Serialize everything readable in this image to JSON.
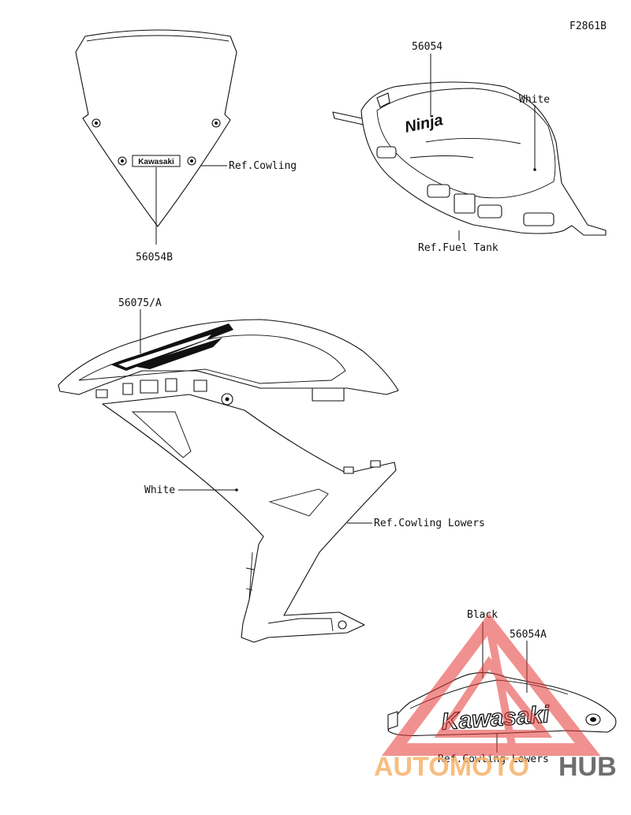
{
  "diagram": {
    "figure_id": "F2861B",
    "windshield": {
      "logo_text": "Kawasaki",
      "part_number_label": "56054B",
      "reference_label": "Ref.Cowling"
    },
    "fuel_tank": {
      "part_number_label": "56054",
      "logo_text": "Ninja",
      "color_label": "White",
      "reference_label": "Ref.Fuel Tank"
    },
    "side_cowling": {
      "part_number_label": "56075/A",
      "color_label": "White",
      "reference_label": "Ref.Cowling Lowers"
    },
    "lower_cowling": {
      "color_label": "Black",
      "part_number_label": "56054A",
      "logo_text": "Kawasaki",
      "reference_label": "Ref.Cowling Lowers"
    }
  },
  "watermark": {
    "text_part1": "AUTOMOTO",
    "text_part2": "HUB",
    "colors": {
      "triangle": "#e53935",
      "auto": "#f6b26b",
      "hub": "#555555"
    }
  }
}
